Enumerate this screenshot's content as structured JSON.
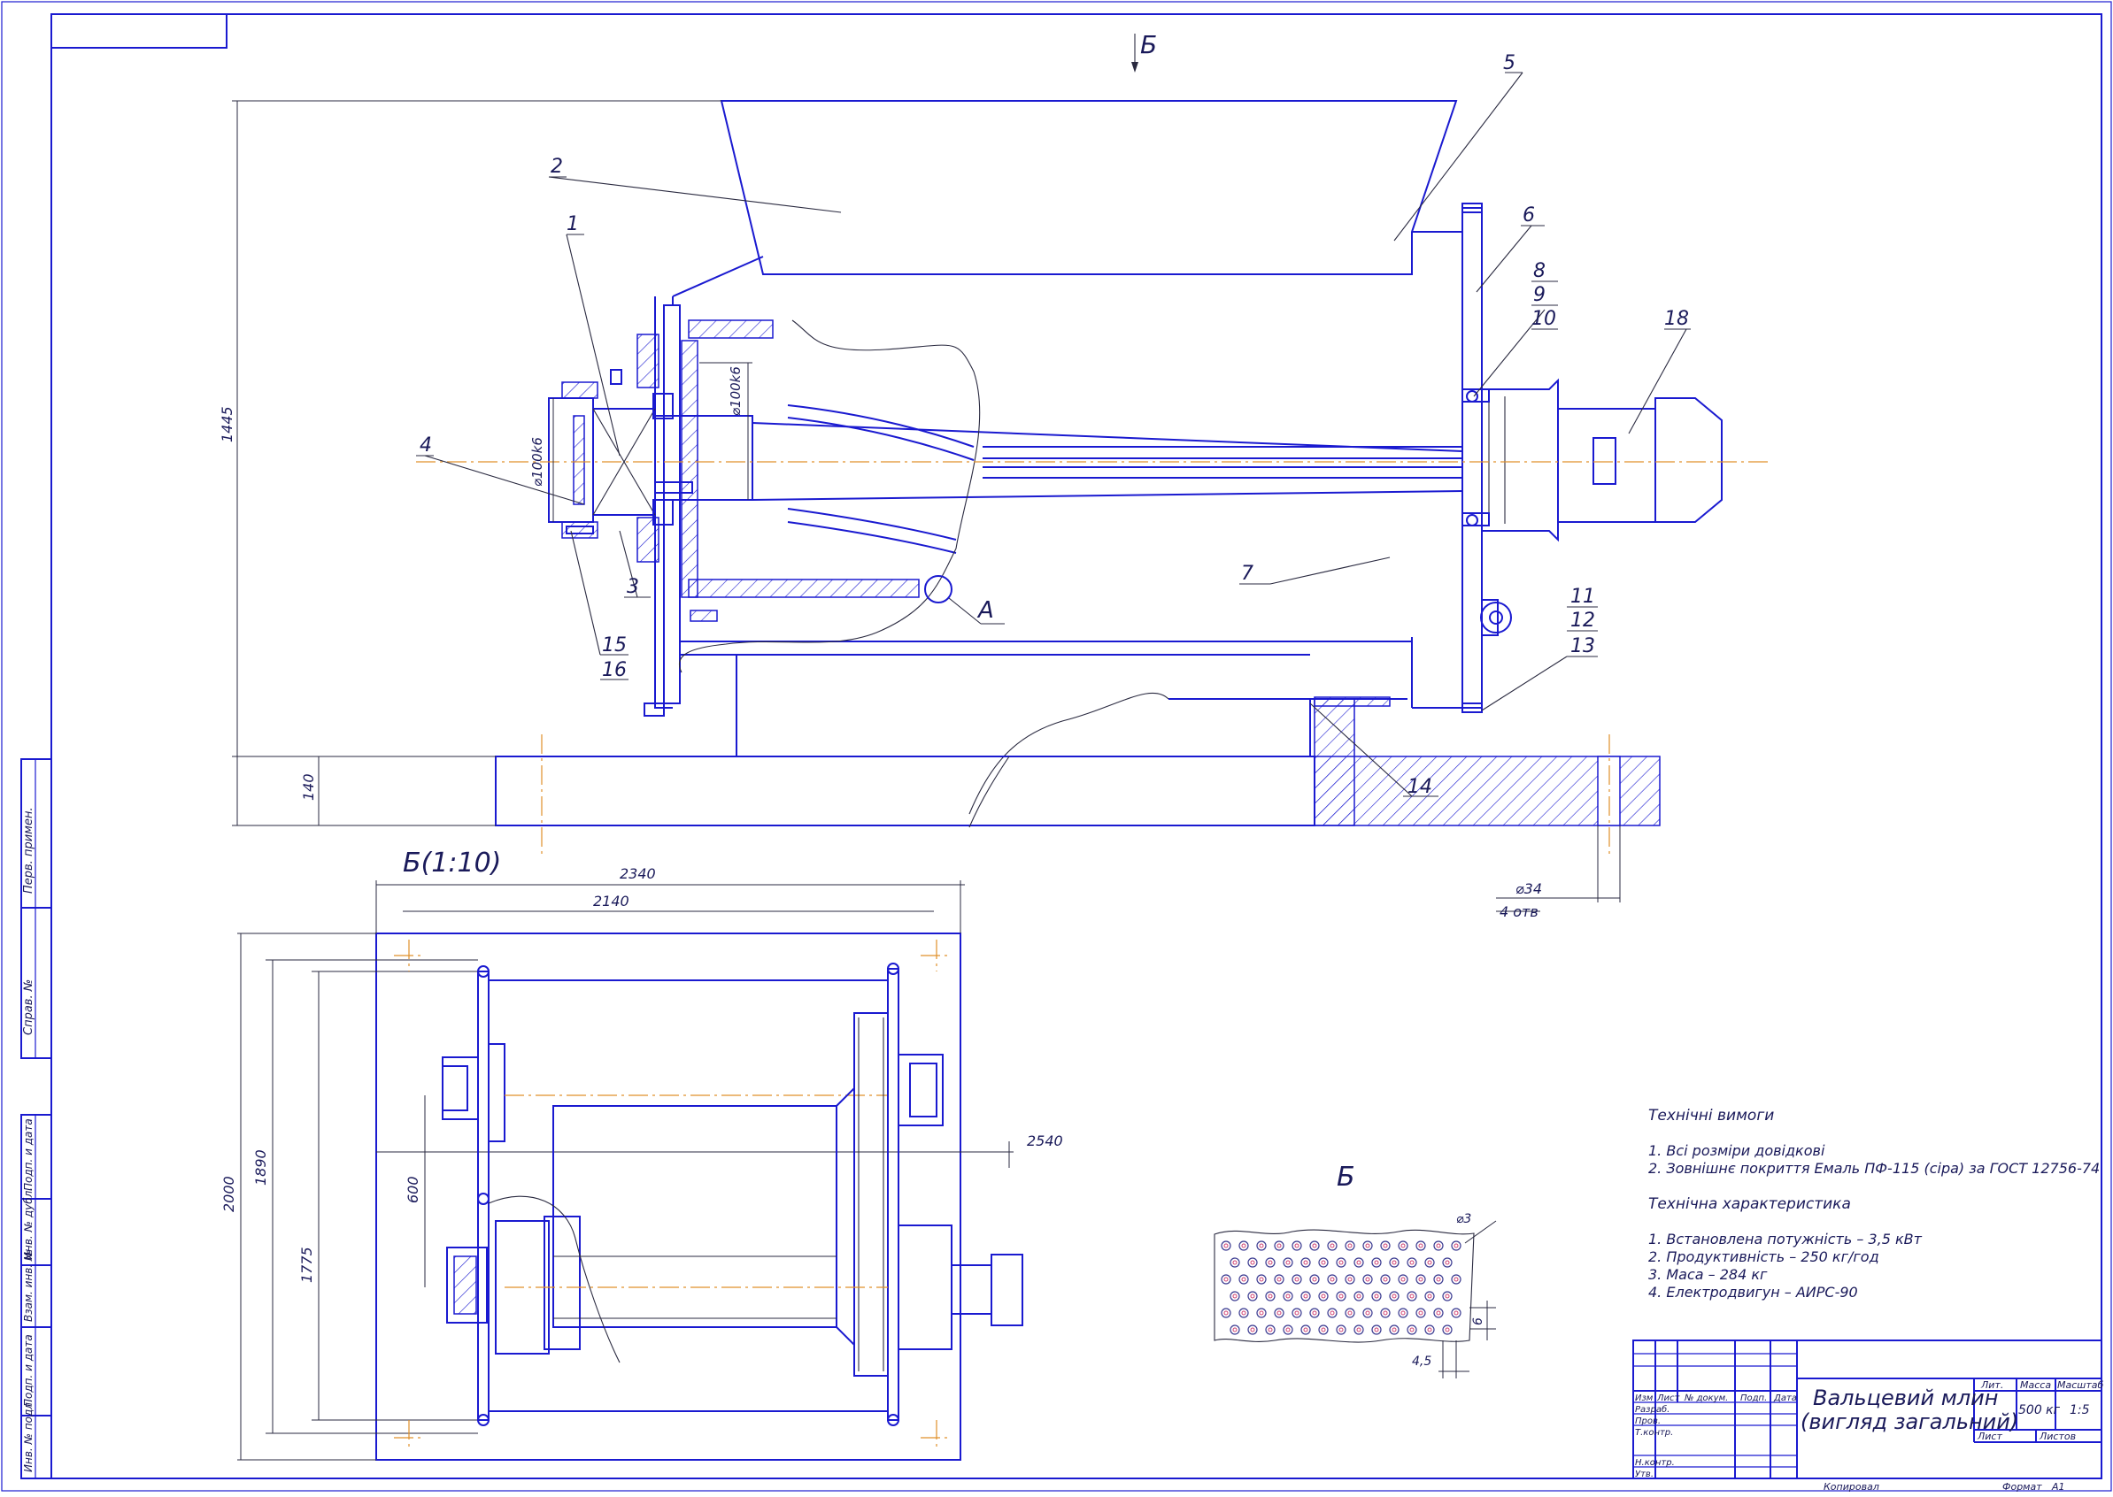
{
  "drawing": {
    "view_label_top": "Б",
    "view_label_section": "Б(1:10)",
    "detail_label": "Б",
    "detail_mark_a": "А",
    "part_numbers": {
      "p1": "1",
      "p2": "2",
      "p3": "3",
      "p4": "4",
      "p5": "5",
      "p6": "6",
      "p7": "7",
      "p8": "8",
      "p9": "9",
      "p10": "10",
      "p11": "11",
      "p12": "12",
      "p13": "13",
      "p14": "14",
      "p15": "15",
      "p16": "16",
      "p18": "18"
    },
    "dimensions": {
      "height_total": "1445",
      "base_height": "140",
      "shaft_dia_left": "⌀100k6",
      "shaft_dia_right": "⌀100k6",
      "hole_dia": "⌀34",
      "hole_count": "4 отв",
      "width_outer": "2340",
      "width_inner": "2140",
      "length_2540": "2540",
      "plan_2000": "2000",
      "plan_1890": "1890",
      "plan_1775": "1775",
      "plan_600": "600",
      "detail_dia": "⌀3",
      "detail_pitch": "4,5",
      "detail_6": "6"
    }
  },
  "notes": {
    "tech_req_title": "Технічні вимоги",
    "tech_req_1": "1. Всі розміри довідкові",
    "tech_req_2": "2. Зовнішнє покриття Емаль ПФ-115 (сіра) за ГОСТ 12756-74",
    "tech_char_title": "Технічна характеристика",
    "tech_char_1": "1. Встановлена потужність – 3,5 кВт",
    "tech_char_2": "2. Продуктивність – 250 кг/год",
    "tech_char_3": "3. Маса – 284 кг",
    "tech_char_4": "4. Електродвигун – АИРС-90"
  },
  "title_block": {
    "name_line1": "Вальцевий млин",
    "name_line2": "(вигляд загальний)",
    "col_lit": "Лит.",
    "col_mass": "Масса",
    "col_scale": "Масштаб",
    "mass_value": "500 кг",
    "scale_value": "1:5",
    "sheet": "Лист",
    "sheets": "Листов",
    "hdr_izm": "Изм",
    "hdr_list": "Лист",
    "hdr_doc": "№ докум.",
    "hdr_sign": "Подп.",
    "hdr_date": "Дата",
    "role_razrab": "Разраб.",
    "role_prov": "Пров.",
    "role_tkontr": "Т.контр.",
    "role_nkontr": "Н.контр.",
    "role_utv": "Утв.",
    "copied": "Копировал",
    "format_label": "Формат",
    "format_value": "A1"
  },
  "side_stamp": {
    "perv_primen": "Перв. примен.",
    "sprav": "Справ. №",
    "podp_data1": "Подп. и дата",
    "inv_dubl": "Инв. № дубл.",
    "vzam_inv": "Взам. инв. №",
    "podp_data2": "Подп. и дата",
    "inv_podl": "Инв. № подл."
  }
}
